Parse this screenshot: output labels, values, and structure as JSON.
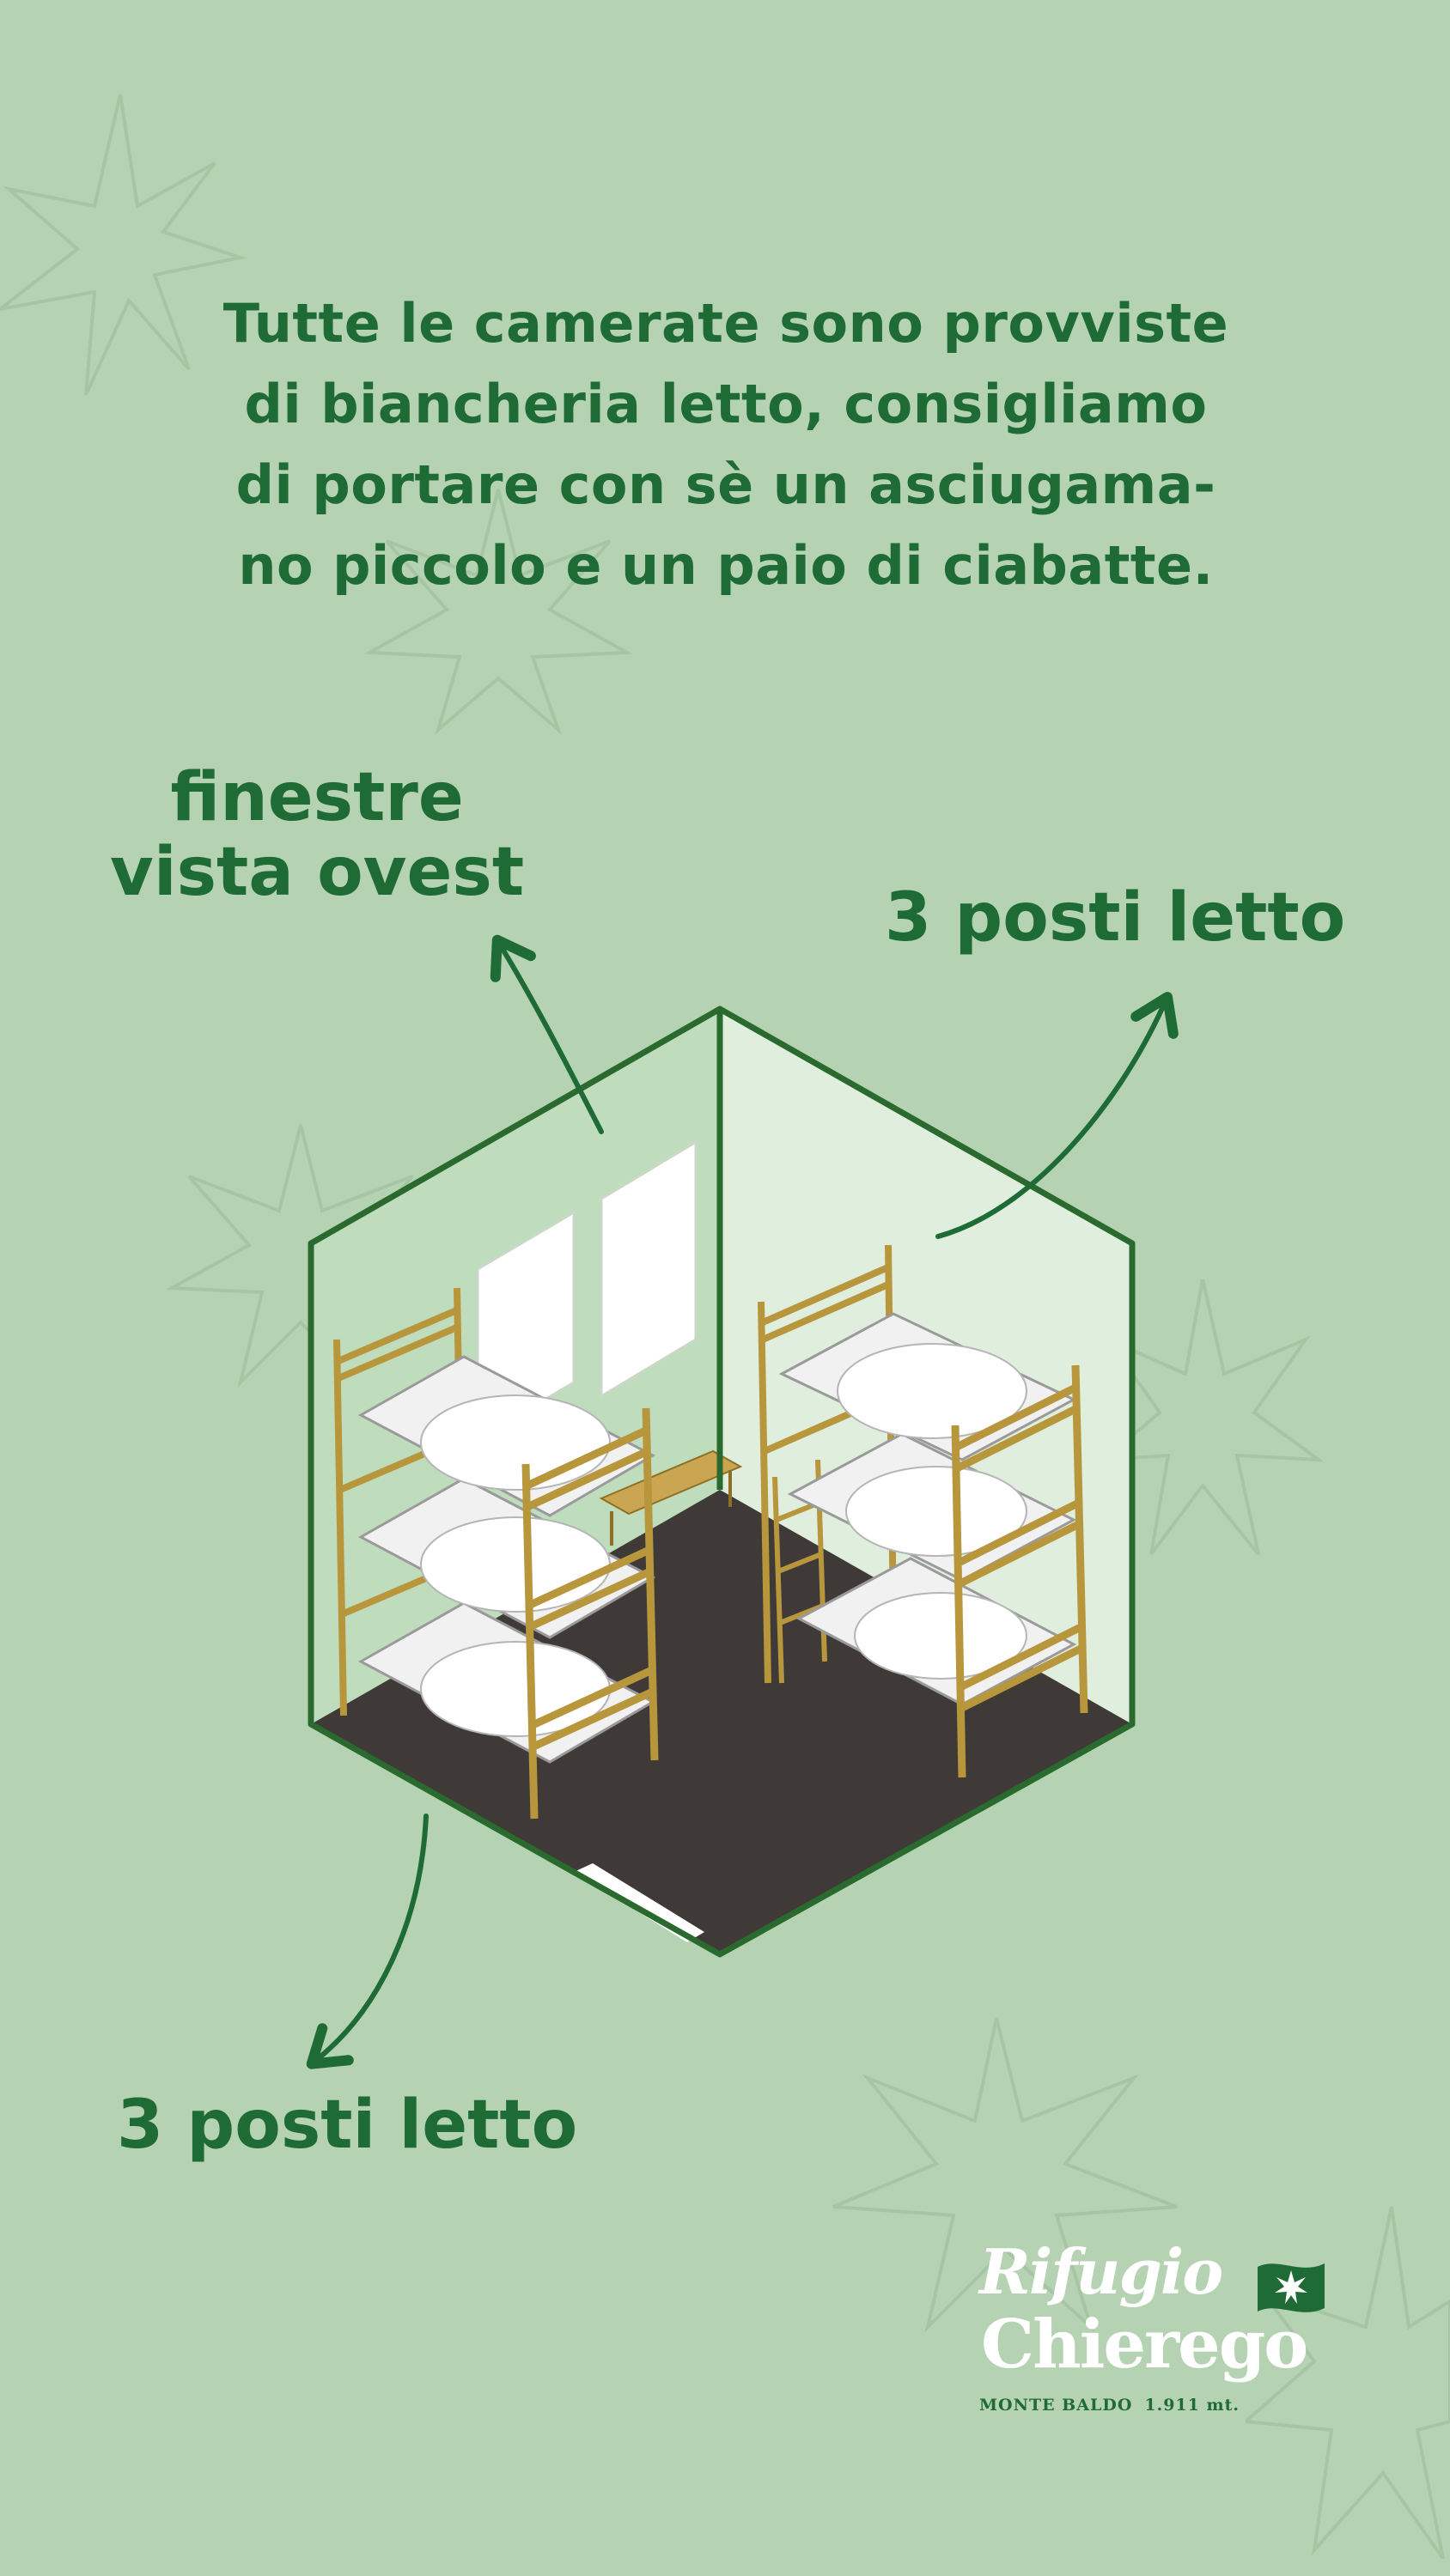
{
  "intro": {
    "lines": [
      "Tutte le camerate sono provviste",
      "di biancheria letto, consigliamo",
      "di portare con sè un asciugama-",
      "no piccolo e un paio di ciabatte."
    ]
  },
  "labels": {
    "windows_line1": "finestre",
    "windows_line2": "vista ovest",
    "beds_right": "3 posti letto",
    "beds_left": "3 posti letto"
  },
  "logo": {
    "line1": "Rifugio",
    "line2": "Chierego",
    "mountain": "MONTE BALDO",
    "altitude": "1.911 mt."
  },
  "colors": {
    "background": "#b5d3b2",
    "text_green": "#1f6b35",
    "floor": "#3f3a37",
    "bed_frame": "#b8963c"
  }
}
